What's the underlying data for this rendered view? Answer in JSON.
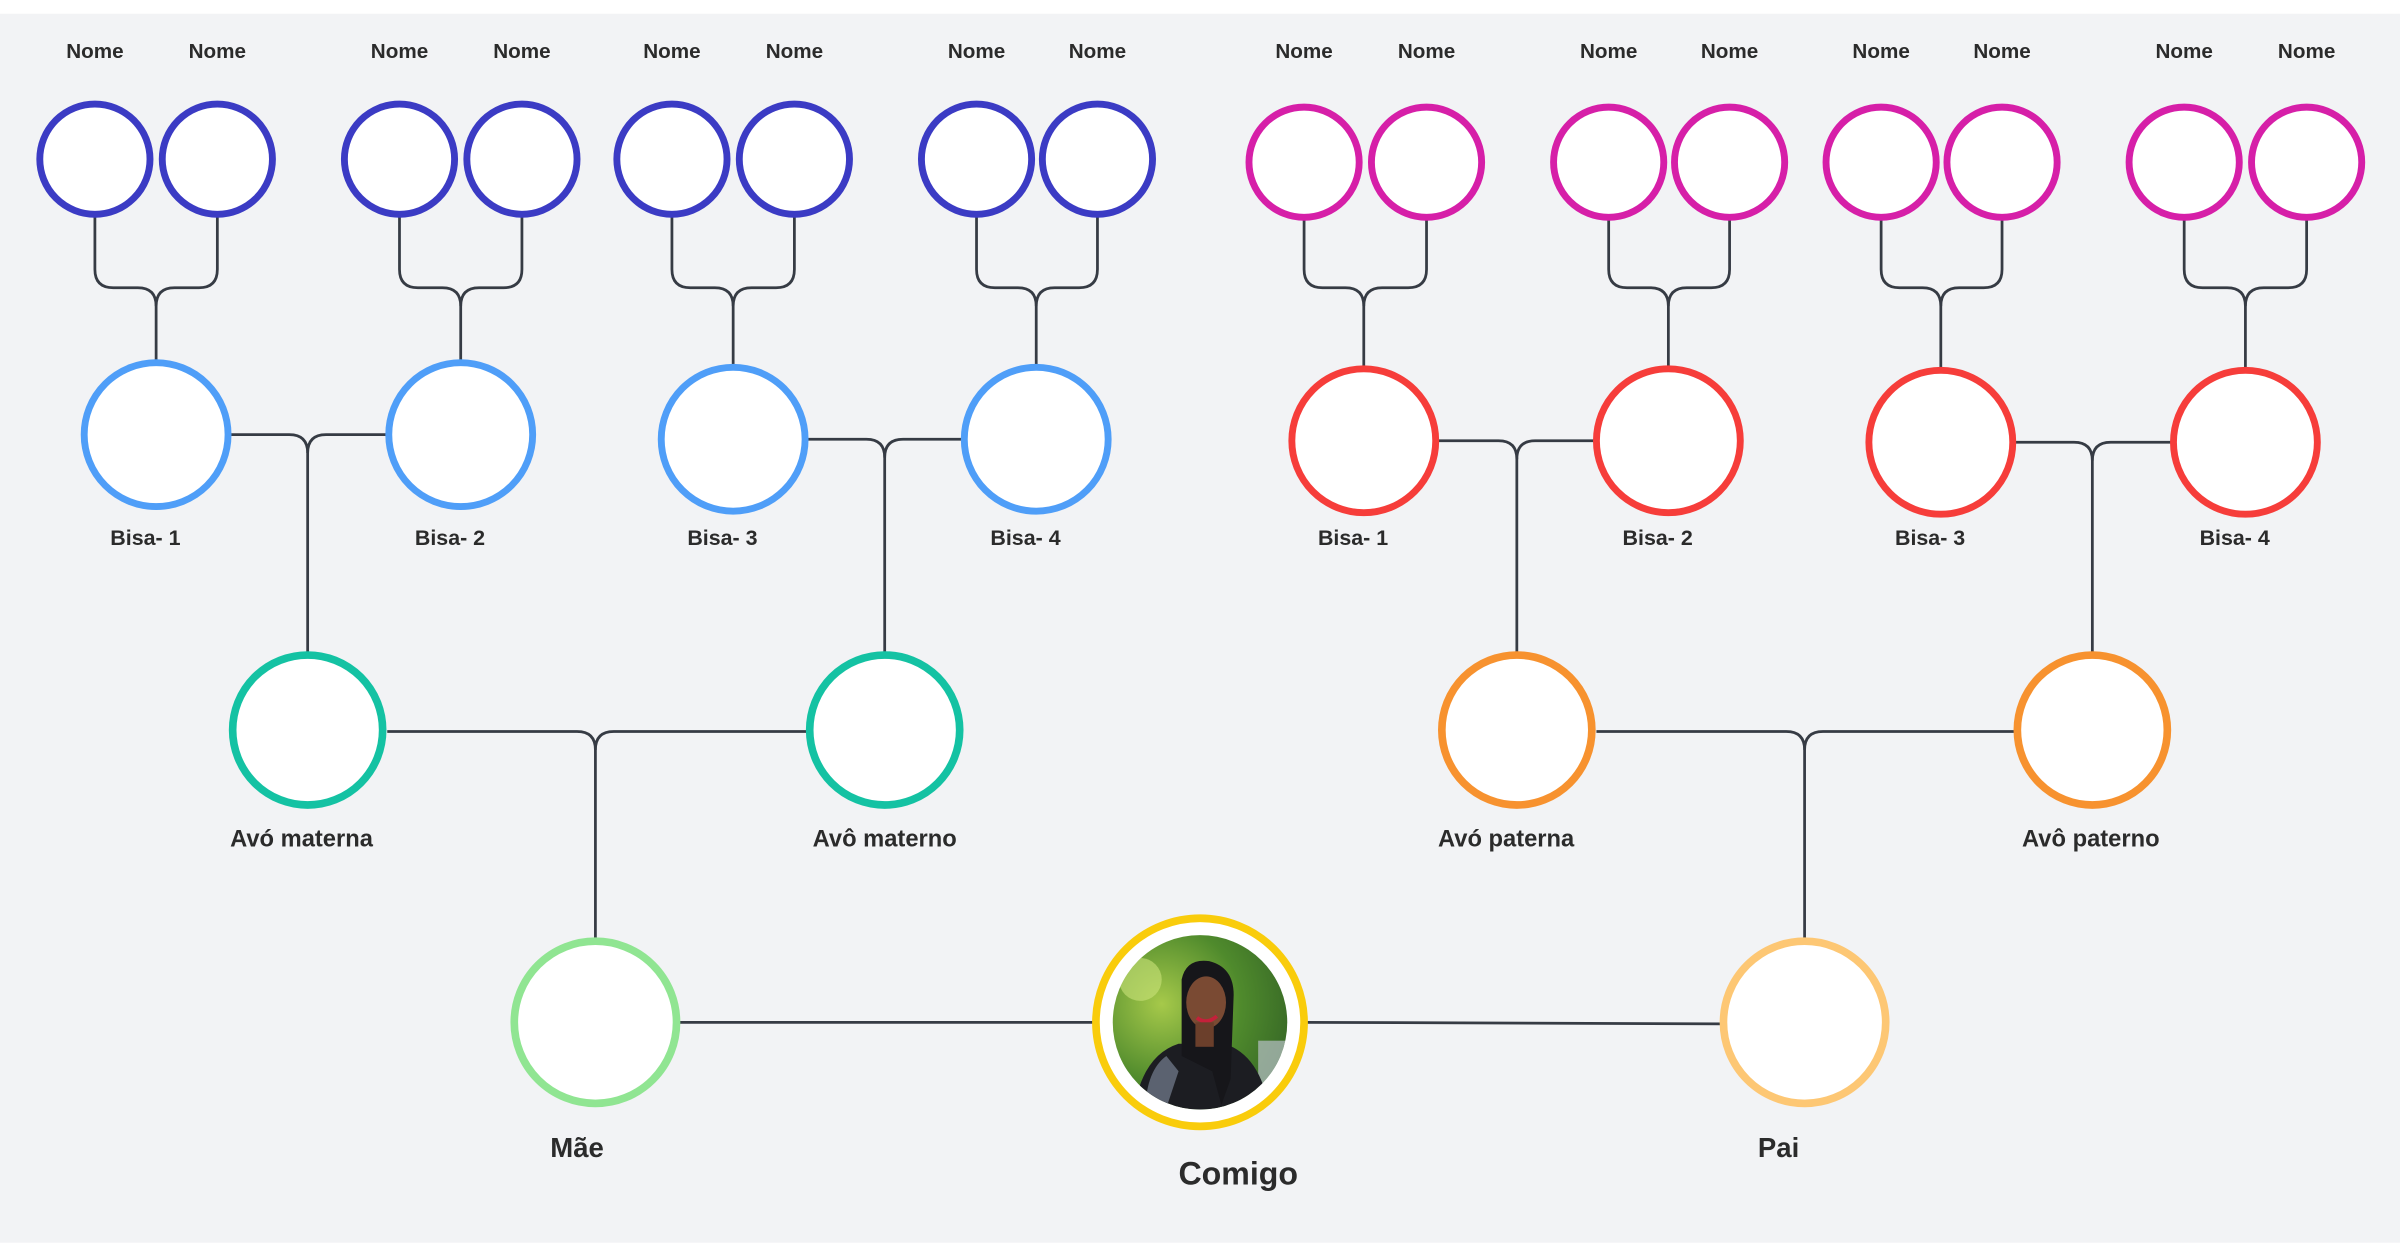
{
  "great_great_grandparents": {
    "maternal": [
      "Nome",
      "Nome",
      "Nome",
      "Nome",
      "Nome",
      "Nome",
      "Nome",
      "Nome"
    ],
    "paternal": [
      "Nome",
      "Nome",
      "Nome",
      "Nome",
      "Nome",
      "Nome",
      "Nome",
      "Nome"
    ]
  },
  "great_grandparents": {
    "maternal": [
      "Bisa- 1",
      "Bisa- 2",
      "Bisa- 3",
      "Bisa- 4"
    ],
    "paternal": [
      "Bisa- 1",
      "Bisa- 2",
      "Bisa- 3",
      "Bisa- 4"
    ]
  },
  "grandparents": [
    "Avó materna",
    "Avô materno",
    "Avó paterna",
    "Avô paterno"
  ],
  "parents": [
    "Mãe",
    "Pai"
  ],
  "self": {
    "label": "Comigo",
    "photo": "person-photo"
  },
  "colors": {
    "background": "#f2f3f5",
    "connector": "#363b44",
    "text": "#2b2b2b",
    "great_great_maternal": "#3b3bc4",
    "great_great_paternal": "#d61fa8",
    "great_maternal": "#4f9ef8",
    "great_paternal": "#f63d3a",
    "grand_maternal": "#14c2a3",
    "grand_paternal": "#f7922f",
    "mother": "#90e592",
    "father": "#fdc774",
    "self": "#f9cc0b"
  }
}
